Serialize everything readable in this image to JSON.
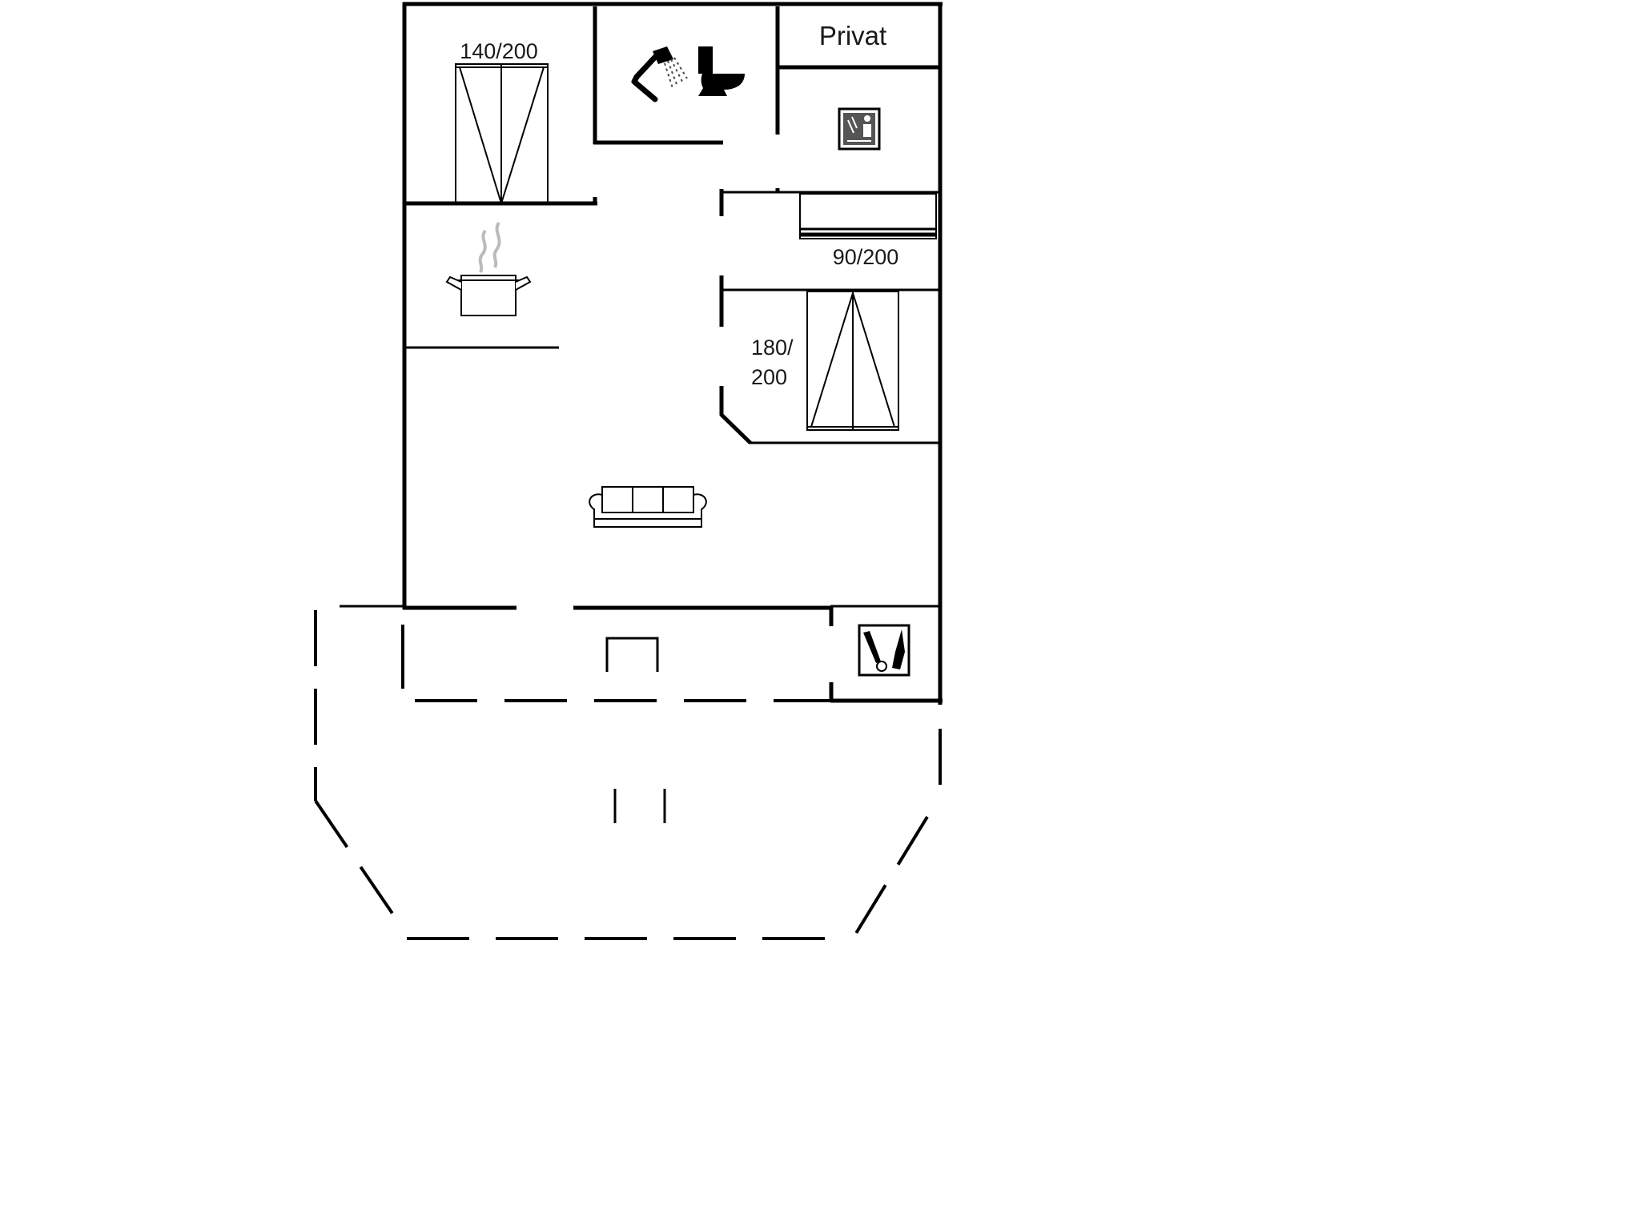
{
  "floorplan": {
    "rooms": {
      "private": {
        "label": "Privat"
      },
      "bedroom_1": {
        "bed_label": "140/200"
      },
      "bedroom_2": {
        "bed_label": "90/200"
      },
      "bedroom_3": {
        "bed_label_line1": "180/",
        "bed_label_line2": "200"
      }
    },
    "icons": [
      "shower-icon",
      "toilet-icon",
      "cooking-pot-icon",
      "sofa-icon",
      "utility-room-icon",
      "washing-machine-icon"
    ]
  }
}
